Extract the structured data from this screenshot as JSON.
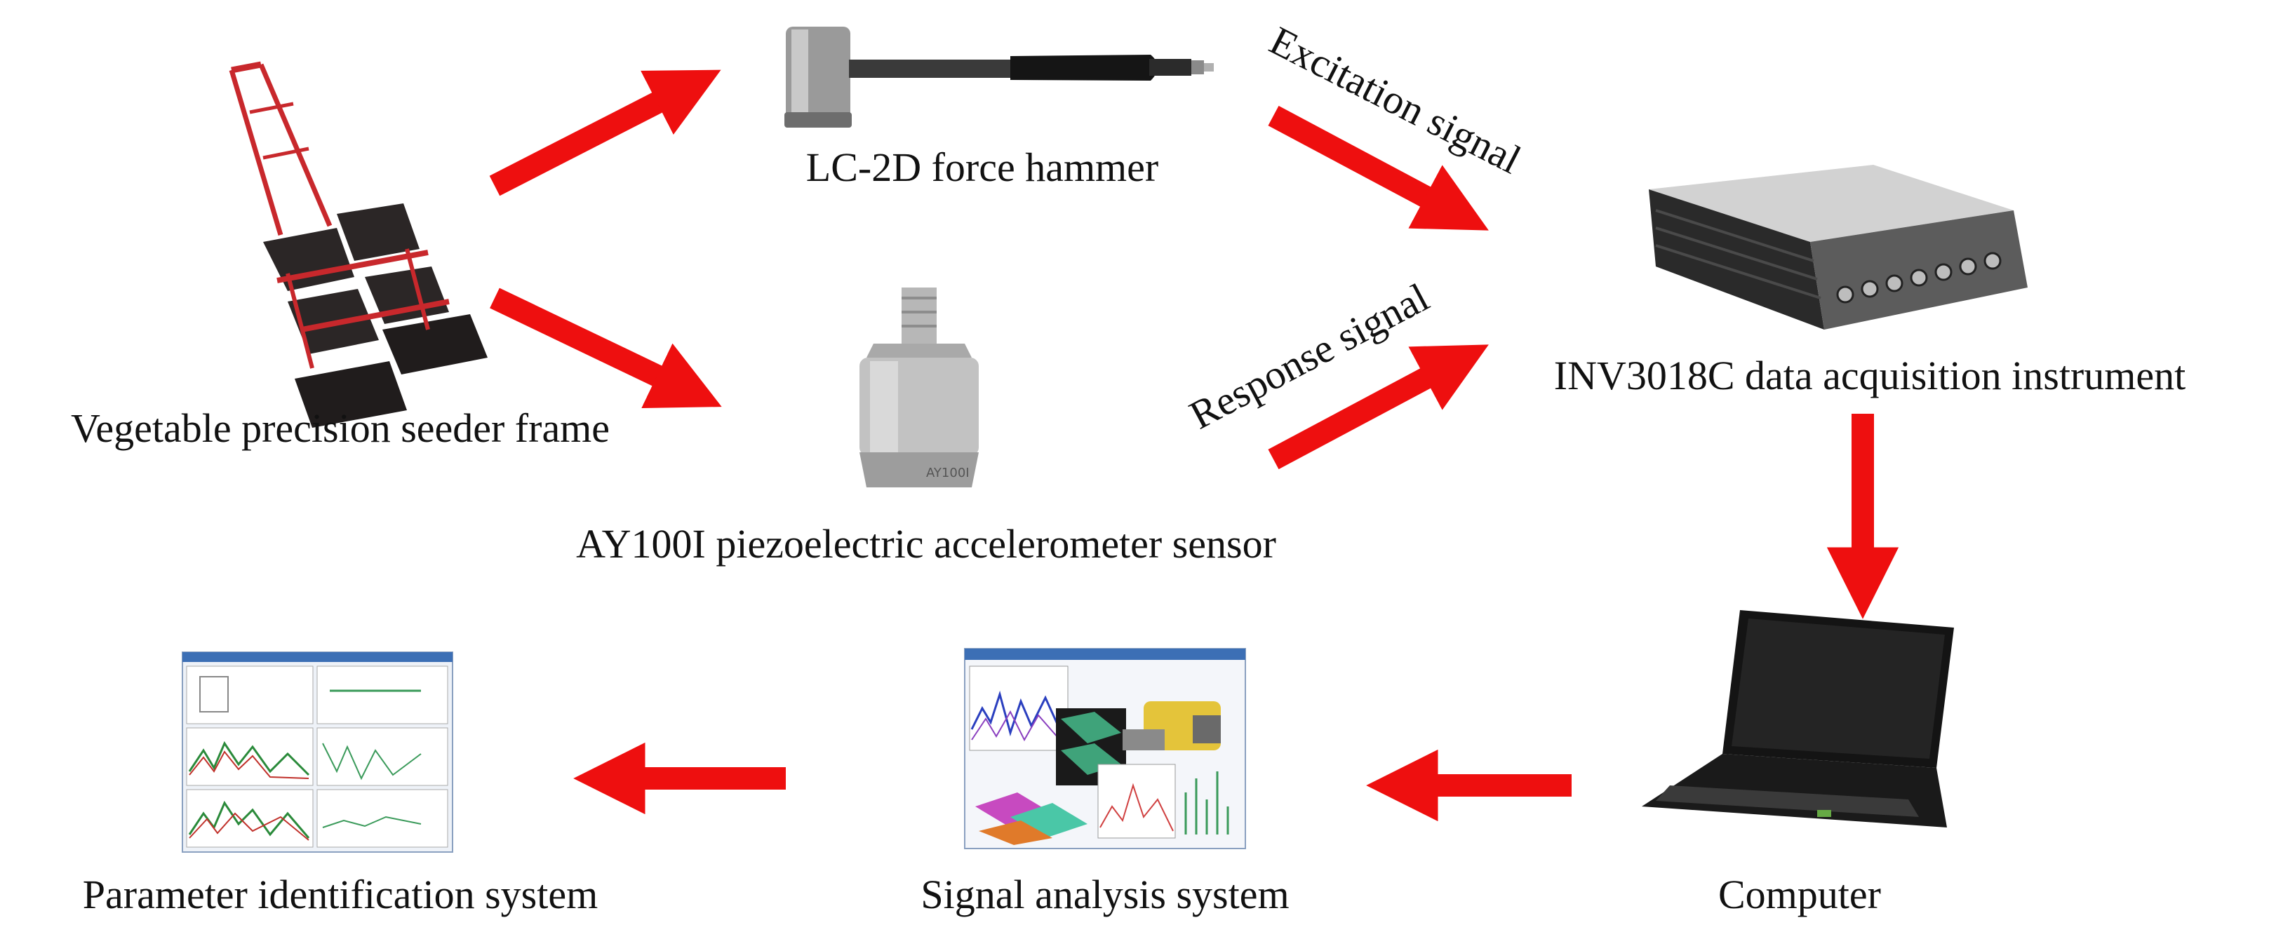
{
  "colors": {
    "arrow": "#ee0f0f",
    "background": "#ffffff"
  },
  "nodes": {
    "seeder_frame": {
      "label": "Vegetable precision seeder frame",
      "icon": "seeder-frame-photo"
    },
    "force_hammer": {
      "label": "LC-2D force hammer",
      "icon": "force-hammer-photo"
    },
    "accelerometer": {
      "label": "AY100I piezoelectric accelerometer sensor",
      "icon": "accelerometer-photo"
    },
    "daq": {
      "label": "INV3018C data acquisition instrument",
      "icon": "daq-instrument-photo"
    },
    "computer": {
      "label": "Computer",
      "icon": "laptop-photo"
    },
    "signal_analysis": {
      "label": "Signal analysis system",
      "icon": "signal-analysis-screenshot"
    },
    "parameter_id": {
      "label": "Parameter identification system",
      "icon": "parameter-identification-screenshot"
    }
  },
  "edges": {
    "excitation": {
      "label": "Excitation signal"
    },
    "response": {
      "label": "Response signal"
    }
  }
}
